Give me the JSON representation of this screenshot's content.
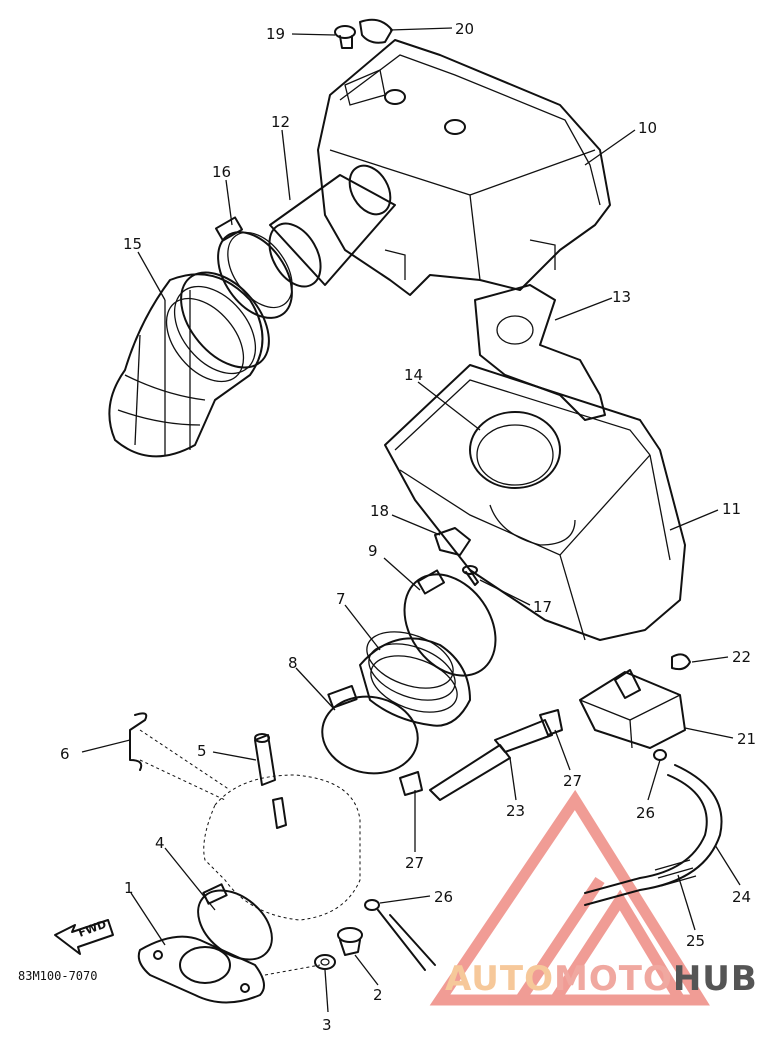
{
  "figure_code": "83M100-7070",
  "direction_label": "FWD",
  "watermark": {
    "part1": "AUTO",
    "part2": "MOTO",
    "part3": "HUB",
    "colors": [
      "#f6c89a",
      "#f0a8a0",
      "#555555"
    ]
  },
  "callouts": [
    "1",
    "2",
    "3",
    "4",
    "5",
    "6",
    "7",
    "8",
    "9",
    "10",
    "11",
    "12",
    "13",
    "14",
    "15",
    "16",
    "17",
    "18",
    "19",
    "20",
    "21",
    "22",
    "23",
    "24",
    "25",
    "26",
    "26",
    "27",
    "27"
  ]
}
